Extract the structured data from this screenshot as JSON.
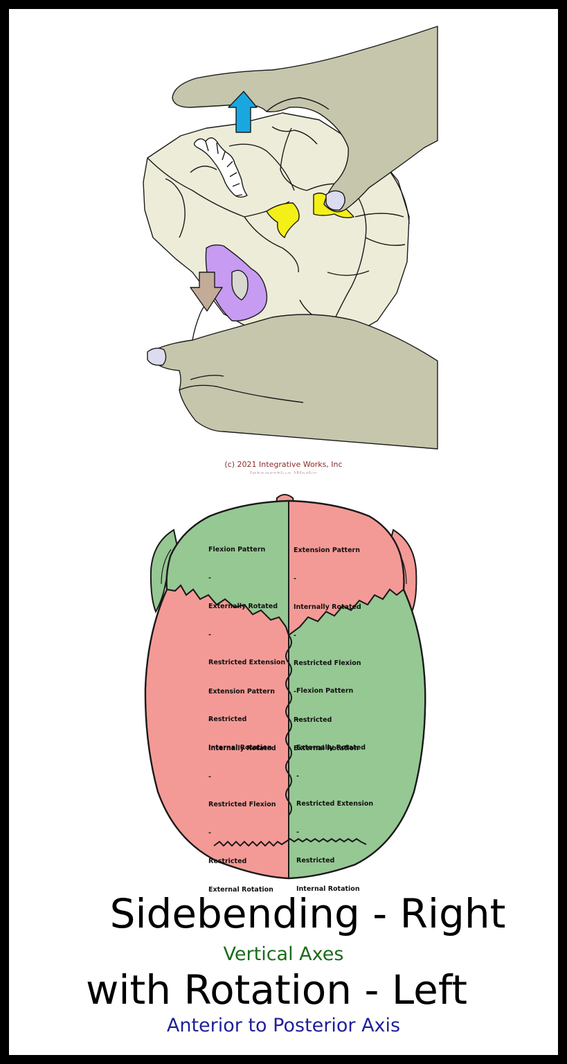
{
  "copyright": "(c) 2021 Integrative Works, Inc",
  "copyright_faded": "Integrative Works",
  "quadrants": {
    "top_left": [
      "Flexion Pattern",
      "-",
      "Externally Rotated",
      "-",
      "Restricted Extension",
      "-",
      "Restricted",
      "Internal Rotation"
    ],
    "top_right": [
      "Extension Pattern",
      "-",
      "Internally Rotated",
      "-",
      "Restricted Flexion",
      "-",
      "Restricted",
      "External Rotation"
    ],
    "bottom_left": [
      "Extension Pattern",
      "-",
      "Internally Rotated",
      "-",
      "Restricted Flexion",
      "-",
      "Restricted",
      "External Rotation"
    ],
    "bottom_right": [
      "Flexion Pattern",
      "-",
      "Externally Rotated",
      "-",
      "Restricted Extension",
      "-",
      "Restricted",
      "Internal Rotation"
    ]
  },
  "title_line1": "Sidebending - Right",
  "subtitle_line1": "Vertical Axes",
  "title_line2": "with Rotation - Left",
  "subtitle_line2": "Anterior to Posterior Axis",
  "colors": {
    "flexion": "#96c893",
    "extension": "#f49a96",
    "bone": "#ececd8",
    "hand": "#c6c6ad",
    "arrow_up": "#1aa7e0",
    "arrow_down": "#c2ab97",
    "purple": "#c69bf1",
    "yellow": "#f5ef18"
  }
}
